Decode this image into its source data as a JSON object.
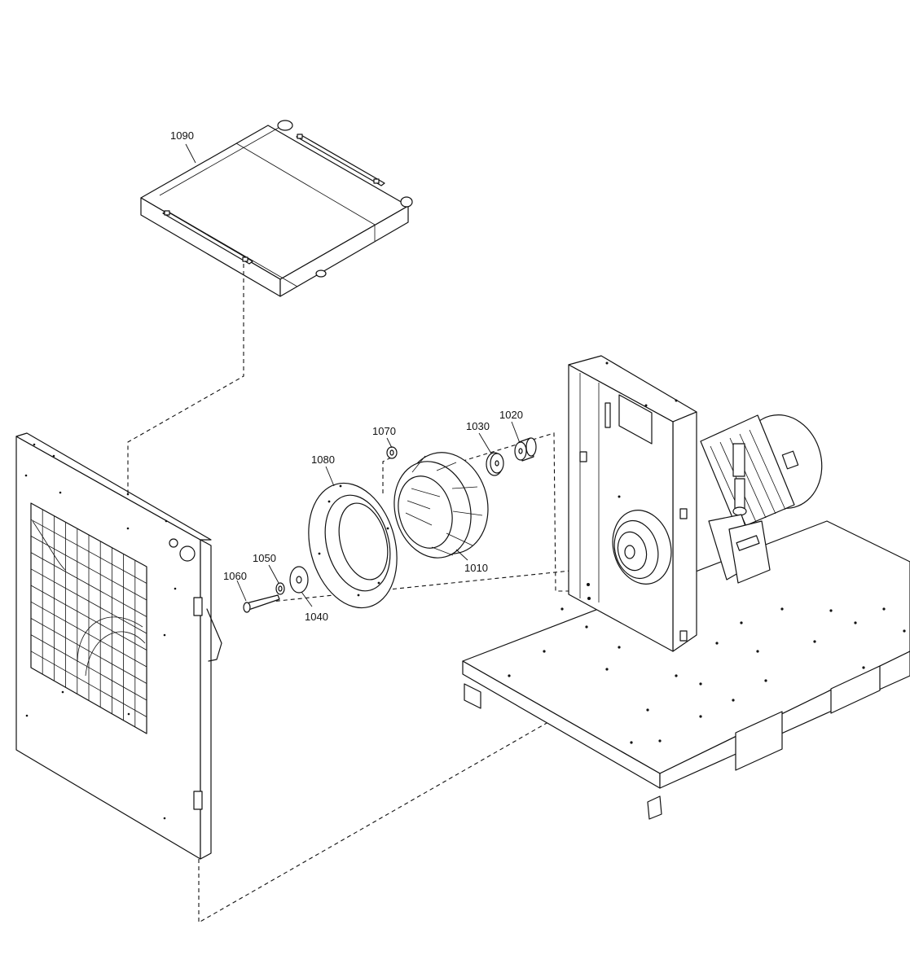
{
  "callouts": [
    {
      "id": "1090",
      "text": "1090"
    },
    {
      "id": "1070",
      "text": "1070"
    },
    {
      "id": "1030",
      "text": "1030"
    },
    {
      "id": "1020",
      "text": "1020"
    },
    {
      "id": "1080",
      "text": "1080"
    },
    {
      "id": "1050",
      "text": "1050"
    },
    {
      "id": "1060",
      "text": "1060"
    },
    {
      "id": "1040",
      "text": "1040"
    },
    {
      "id": "1010",
      "text": "1010"
    }
  ]
}
